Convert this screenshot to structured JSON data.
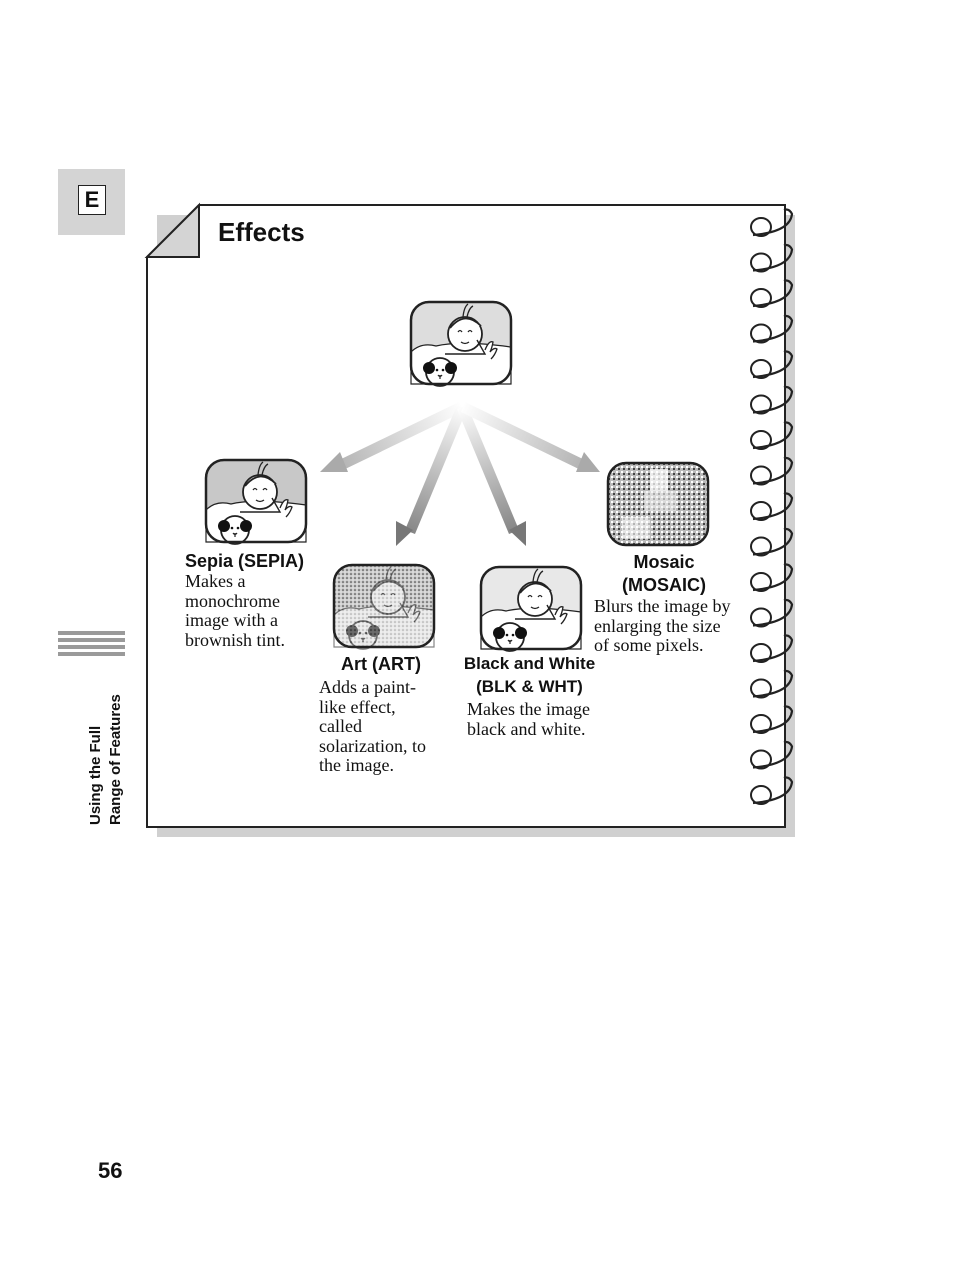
{
  "language_tab": "E",
  "side_label": {
    "line1": "Using the Full",
    "line2": "Range of Features"
  },
  "page_number": "56",
  "title": "Effects",
  "effects": [
    {
      "label": "Sepia (SEPIA)",
      "description": "Makes a monochrome image with a brownish tint."
    },
    {
      "label": "Art (ART)",
      "description": "Adds a paint-like effect, called solarization, to the image."
    },
    {
      "label_line1": "Black and White",
      "label_line2": "(BLK & WHT)",
      "description": "Makes the image black and white."
    },
    {
      "label_line1": "Mosaic",
      "label_line2": "(MOSAIC)",
      "description": "Blurs the image by enlarging the size of some pixels."
    }
  ]
}
